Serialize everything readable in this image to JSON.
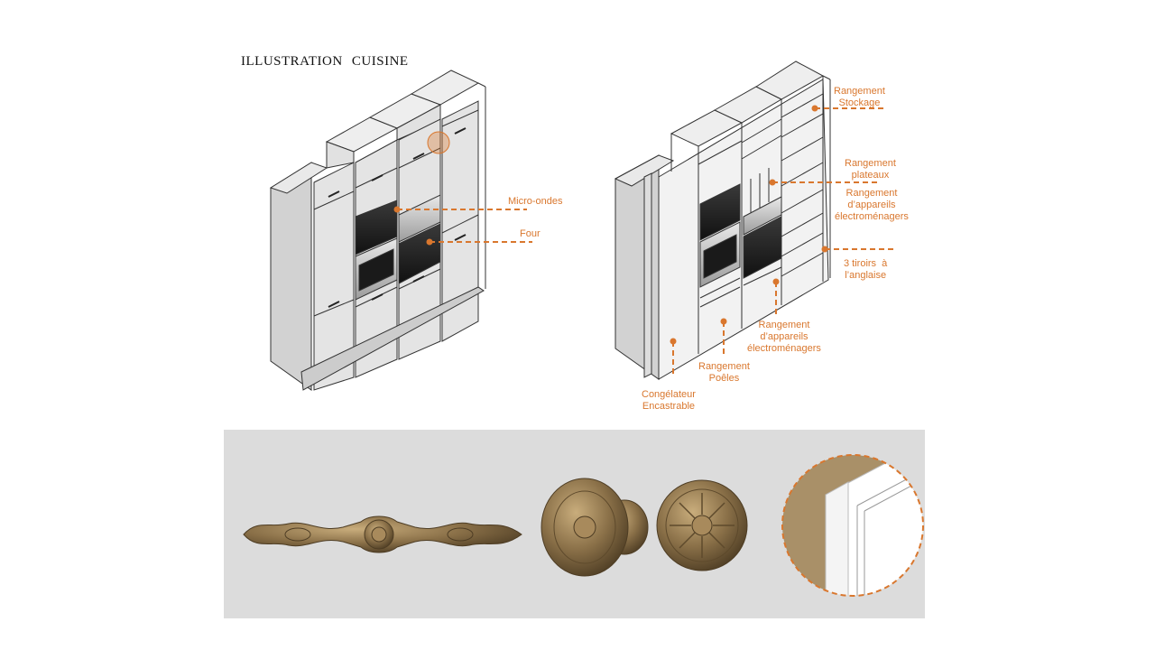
{
  "title": "ILLUSTRATION  CUISINE",
  "labels": {
    "micro_ondes": "Micro-ondes",
    "four": "Four",
    "rangement_stockage": "Rangement\nStockage",
    "rangement_plateaux": "Rangement\nplateaux",
    "rangement_appareils_1": "Rangement\nd’appareils\nélectroménagers",
    "tiroirs_anglaise": "3 tiroirs  à\nl’anglaise",
    "rangement_appareils_2": "Rangement\nd’appareils\nélectroménagers",
    "rangement_poeles": "Rangement\nPoêles",
    "congelateur": "Congélateur\nEncastrable"
  },
  "colors": {
    "accent": "#d9772e",
    "cabinet": "#e4e4e4",
    "cabinet_side": "#cfcfcf",
    "bronze": "#8a7048",
    "panel": "#dcdcdc"
  },
  "icons": [
    "ornate-handle-icon",
    "round-knob-side-icon",
    "round-knob-front-icon",
    "door-profile-detail-icon"
  ]
}
